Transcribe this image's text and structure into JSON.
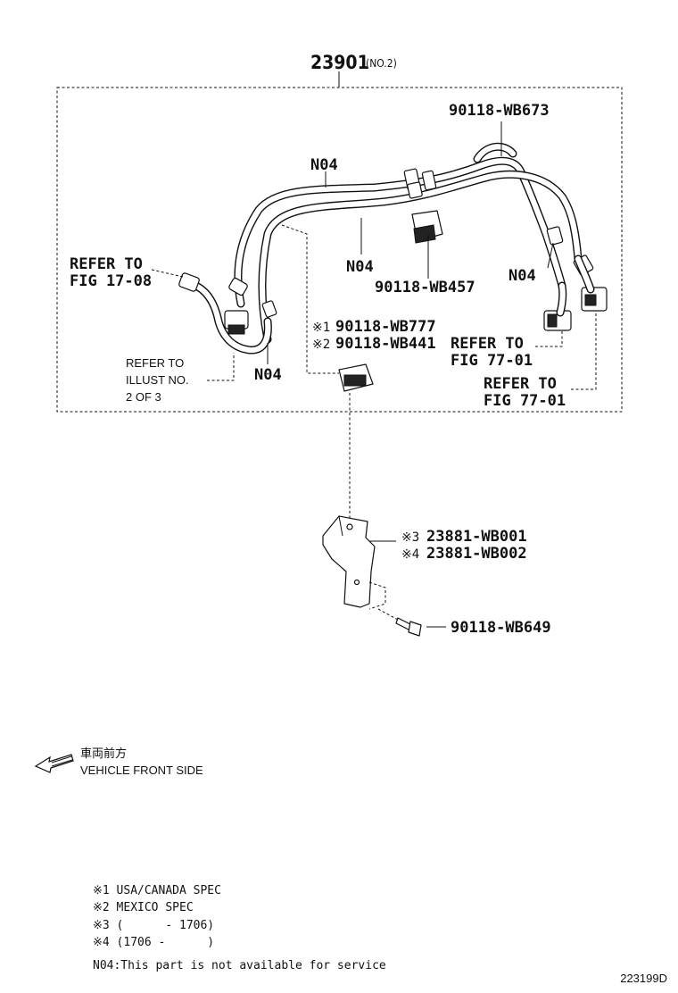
{
  "assembly": {
    "part_no": "23901",
    "suffix": "(NO.2)"
  },
  "callouts": {
    "hose_clip_top": "90118-WB673",
    "n04_top": "N04",
    "n04_mid": "N04",
    "bracket_clip": "90118-WB457",
    "n04_right": "N04",
    "n04_left": "N04",
    "clamp_usa_mark": "※1",
    "clamp_usa": "90118-WB777",
    "clamp_mex_mark": "※2",
    "clamp_mex": "90118-WB441",
    "bracket_a_mark": "※3",
    "bracket_a": "23881-WB001",
    "bracket_b_mark": "※4",
    "bracket_b": "23881-WB002",
    "bolt": "90118-WB649"
  },
  "references": {
    "fig_17_08": [
      "REFER TO",
      "FIG 17-08"
    ],
    "fig_77_01_a": [
      "REFER TO",
      "FIG 77-01"
    ],
    "fig_77_01_b": [
      "REFER TO",
      "FIG 77-01"
    ],
    "illust": [
      "REFER TO",
      "ILLUST NO.",
      "2 OF 3"
    ]
  },
  "orientation": {
    "japanese": "車両前方",
    "english": "VEHICLE FRONT SIDE"
  },
  "notes": [
    "※1 USA/CANADA SPEC",
    "※2 MEXICO SPEC",
    "※3 (      - 1706)",
    "※4 (1706 -      )",
    "N04:This part is not available for service"
  ],
  "figure_id": "223199D"
}
